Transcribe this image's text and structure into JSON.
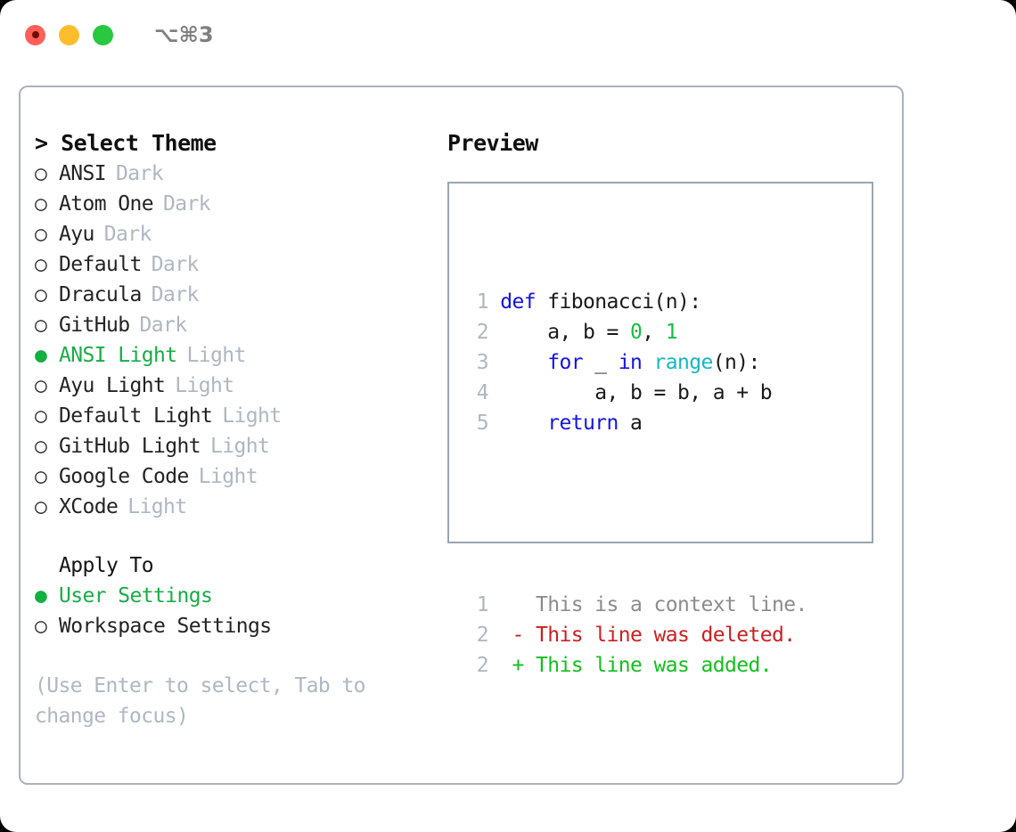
{
  "window": {
    "traffic_lights": [
      "close-red",
      "minimize-yellow",
      "maximize-green"
    ],
    "shortcut_label": "⌥⌘3"
  },
  "theme_picker": {
    "header": "> Select Theme",
    "items": [
      {
        "bullet": "○",
        "name": "ANSI",
        "kind": "Dark",
        "selected": false
      },
      {
        "bullet": "○",
        "name": "Atom One",
        "kind": "Dark",
        "selected": false
      },
      {
        "bullet": "○",
        "name": "Ayu",
        "kind": "Dark",
        "selected": false
      },
      {
        "bullet": "○",
        "name": "Default",
        "kind": "Dark",
        "selected": false
      },
      {
        "bullet": "○",
        "name": "Dracula",
        "kind": "Dark",
        "selected": false
      },
      {
        "bullet": "○",
        "name": "GitHub",
        "kind": "Dark",
        "selected": false
      },
      {
        "bullet": "●",
        "name": "ANSI Light",
        "kind": "Light",
        "selected": true
      },
      {
        "bullet": "○",
        "name": "Ayu Light",
        "kind": "Light",
        "selected": false
      },
      {
        "bullet": "○",
        "name": "Default Light",
        "kind": "Light",
        "selected": false
      },
      {
        "bullet": "○",
        "name": "GitHub Light",
        "kind": "Light",
        "selected": false
      },
      {
        "bullet": "○",
        "name": "Google Code",
        "kind": "Light",
        "selected": false
      },
      {
        "bullet": "○",
        "name": "XCode",
        "kind": "Light",
        "selected": false
      }
    ]
  },
  "apply_to": {
    "heading": "Apply To",
    "options": [
      {
        "bullet": "●",
        "label": "User Settings",
        "selected": true
      },
      {
        "bullet": "○",
        "label": "Workspace Settings",
        "selected": false
      }
    ]
  },
  "hint": "(Use Enter to select, Tab to change focus)",
  "preview": {
    "title": "Preview",
    "code_lines": [
      {
        "num": "1",
        "tokens": [
          {
            "t": "def",
            "c": "kw"
          },
          {
            "t": " fibonacci(n):",
            "c": "plain"
          }
        ]
      },
      {
        "num": "2",
        "tokens": [
          {
            "t": "    a, b = ",
            "c": "plain"
          },
          {
            "t": "0",
            "c": "num"
          },
          {
            "t": ", ",
            "c": "plain"
          },
          {
            "t": "1",
            "c": "num"
          }
        ]
      },
      {
        "num": "3",
        "tokens": [
          {
            "t": "    ",
            "c": "plain"
          },
          {
            "t": "for",
            "c": "kw"
          },
          {
            "t": " _ ",
            "c": "plain"
          },
          {
            "t": "in",
            "c": "kw"
          },
          {
            "t": " ",
            "c": "plain"
          },
          {
            "t": "range",
            "c": "fn"
          },
          {
            "t": "(n):",
            "c": "plain"
          }
        ]
      },
      {
        "num": "4",
        "tokens": [
          {
            "t": "        a, b = b, a + b",
            "c": "plain"
          }
        ]
      },
      {
        "num": "5",
        "tokens": [
          {
            "t": "    ",
            "c": "plain"
          },
          {
            "t": "return",
            "c": "kw"
          },
          {
            "t": " a",
            "c": "plain"
          }
        ]
      }
    ],
    "diff_lines": [
      {
        "num": "1",
        "marker": "  ",
        "text": "This is a context line.",
        "kind": "ctx"
      },
      {
        "num": "2",
        "marker": "- ",
        "text": "This line was deleted.",
        "kind": "del"
      },
      {
        "num": "2",
        "marker": "+ ",
        "text": "This line was added.",
        "kind": "add"
      }
    ]
  },
  "colors": {
    "accent_green": "#17ad46",
    "muted_gray": "#aeb7c2",
    "border": "#9aa5b1",
    "keyword_blue": "#1414e0",
    "function_cyan": "#14b8c4",
    "number_green": "#13bf3f",
    "diff_delete_red": "#cc1f1f",
    "diff_add_green": "#13bf20",
    "light_red": "#ff6058",
    "light_yellow": "#ffbd2e",
    "light_green": "#28c840"
  }
}
